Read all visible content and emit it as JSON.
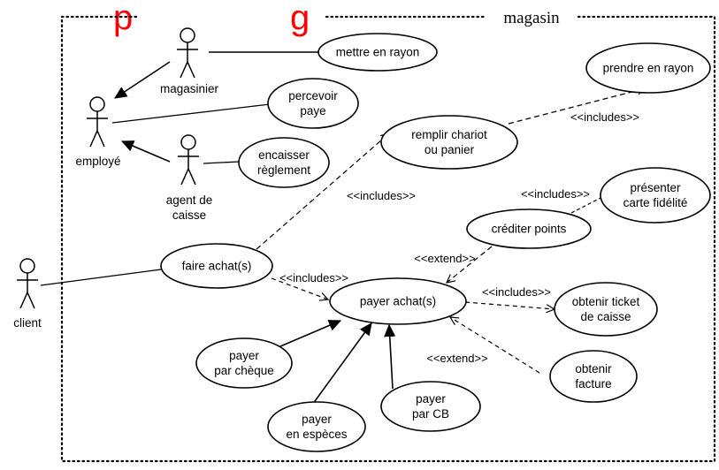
{
  "title": {
    "visible_text": "p          g",
    "color": "#ff0000"
  },
  "system_boundary": {
    "label": "magasin"
  },
  "actors": [
    {
      "id": "magasinier",
      "label": "magasinier"
    },
    {
      "id": "employe",
      "label": "employé"
    },
    {
      "id": "agent",
      "label": [
        "agent de",
        "caisse"
      ]
    },
    {
      "id": "client",
      "label": "client"
    }
  ],
  "use_cases": [
    {
      "id": "mettre",
      "lines": [
        "mettre en rayon"
      ]
    },
    {
      "id": "prendre",
      "lines": [
        "prendre en rayon"
      ]
    },
    {
      "id": "percevoir",
      "lines": [
        "percevoir",
        "paye"
      ]
    },
    {
      "id": "encaisser",
      "lines": [
        "encaisser",
        "règlement"
      ]
    },
    {
      "id": "remplir",
      "lines": [
        "remplir chariot",
        "ou panier"
      ]
    },
    {
      "id": "presenter",
      "lines": [
        "présenter",
        "carte fidélité"
      ]
    },
    {
      "id": "crediter",
      "lines": [
        "créditer points"
      ]
    },
    {
      "id": "faire",
      "lines": [
        "faire achat(s)"
      ]
    },
    {
      "id": "payer",
      "lines": [
        "payer achat(s)"
      ]
    },
    {
      "id": "ticket",
      "lines": [
        "obtenir ticket",
        "de caisse"
      ]
    },
    {
      "id": "cheque",
      "lines": [
        "payer",
        "par chèque"
      ]
    },
    {
      "id": "facture",
      "lines": [
        "obtenir",
        "facture"
      ]
    },
    {
      "id": "cb",
      "lines": [
        "payer",
        "par CB"
      ]
    },
    {
      "id": "especes",
      "lines": [
        "payer",
        "en espèces"
      ]
    }
  ],
  "relations": [
    {
      "type": "generalization",
      "from": "magasinier",
      "to": "employe"
    },
    {
      "type": "generalization",
      "from": "agent",
      "to": "employe"
    },
    {
      "type": "association",
      "from": "magasinier",
      "to": "mettre"
    },
    {
      "type": "association",
      "from": "employe",
      "to": "percevoir"
    },
    {
      "type": "association",
      "from": "agent",
      "to": "encaisser"
    },
    {
      "type": "association",
      "from": "client",
      "to": "faire"
    },
    {
      "type": "include",
      "from": "faire",
      "to": "remplir",
      "label": "<<includes>>"
    },
    {
      "type": "include",
      "from": "remplir",
      "to": "prendre",
      "label": "<<includes>>"
    },
    {
      "type": "include",
      "from": "faire",
      "to": "payer",
      "label": "<<includes>>"
    },
    {
      "type": "include",
      "from": "crediter",
      "to": "presenter",
      "label": "<<includes>>"
    },
    {
      "type": "extend",
      "from": "crediter",
      "to": "payer",
      "label": "<<extend>>"
    },
    {
      "type": "include",
      "from": "payer",
      "to": "ticket",
      "label": "<<includes>>"
    },
    {
      "type": "extend",
      "from": "facture",
      "to": "payer",
      "label": "<<extend>>"
    },
    {
      "type": "generalization",
      "from": "cheque",
      "to": "payer"
    },
    {
      "type": "generalization",
      "from": "especes",
      "to": "payer"
    },
    {
      "type": "generalization",
      "from": "cb",
      "to": "payer"
    }
  ]
}
